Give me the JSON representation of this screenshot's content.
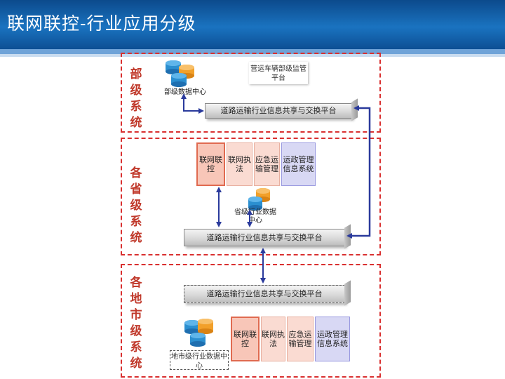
{
  "header": {
    "title": "联网联控-行业应用分级"
  },
  "sections": {
    "ministry": {
      "label_chars": [
        "部",
        "级",
        "系",
        "统"
      ]
    },
    "province": {
      "label_chars": [
        "各",
        "省",
        "级",
        "系",
        "统"
      ]
    },
    "city": {
      "label_chars": [
        "各",
        "地",
        "市",
        "级",
        "系",
        "统"
      ]
    }
  },
  "ministry": {
    "db_label": "部级数据中心",
    "note": "营运车辆部级监管平台",
    "platform": "道路运输行业信息共享与交换平台"
  },
  "province": {
    "apps": [
      "联网联控",
      "联网执法",
      "应急运输管理",
      "运政管理信息系统"
    ],
    "db_label": "省级行业数据中心",
    "platform": "道路运输行业信息共享与交换平台"
  },
  "city": {
    "platform": "道路运输行业信息共享与交换平台",
    "apps": [
      "联网联控",
      "联网执法",
      "应急运输管理",
      "运政管理信息系统"
    ],
    "db_label": "地市级行业数据中心"
  },
  "colors": {
    "header": "#1a73c0",
    "section_border": "#d93030",
    "arrow": "#2a3a9c",
    "label": "#c0392b"
  }
}
